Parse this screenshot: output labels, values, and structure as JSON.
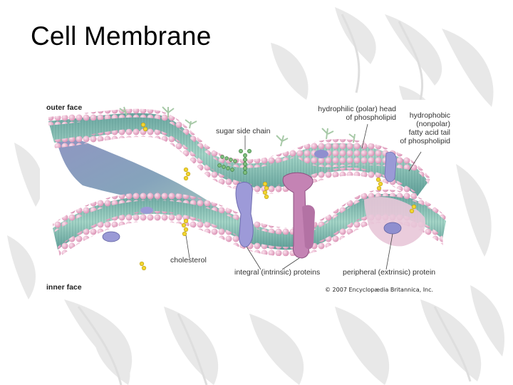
{
  "slide": {
    "title": "Cell Membrane"
  },
  "figure": {
    "labels": {
      "outer_face": "outer face",
      "inner_face": "inner face",
      "sugar_side_chain": "sugar side chain",
      "hydrophilic_head_line1": "hydrophilic (polar) head",
      "hydrophilic_head_line2": "of phospholipid",
      "hydrophobic_tail_line1": "hydrophobic",
      "hydrophobic_tail_line2": "(nonpolar)",
      "hydrophobic_tail_line3": "fatty acid tail",
      "hydrophobic_tail_line4": "of phospholipid",
      "cholesterol": "cholesterol",
      "integral_proteins": "integral (intrinsic) proteins",
      "peripheral_protein": "peripheral (extrinsic) protein",
      "copyright": "© 2007 Encyclopædia Britannica, Inc."
    },
    "colors": {
      "head": "#e6a8c4",
      "tail": "#8fc9b8",
      "protein": "#9a9ad6",
      "integral_protein": "#c080b0",
      "cholesterol": "#f2d530",
      "sugar": "#7fbf7f"
    }
  }
}
